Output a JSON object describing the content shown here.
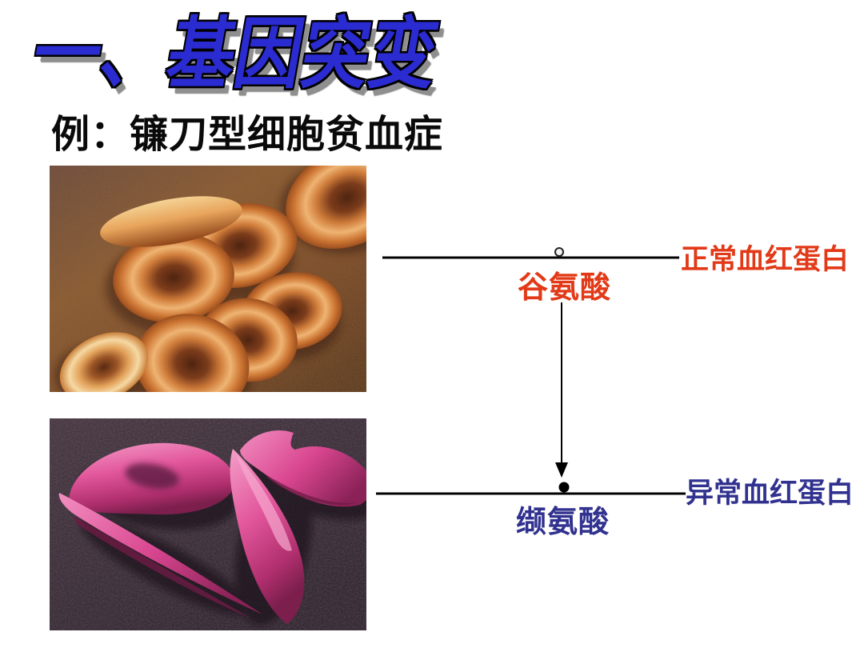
{
  "slide": {
    "title": "一、基因突变",
    "subtitle": "例：镰刀型细胞贫血症",
    "title_color": "#2b2bd2",
    "background_color": "#ffffff"
  },
  "diagram": {
    "normal": {
      "protein_label": "正常血红蛋白",
      "amino_acid": "谷氨酸",
      "marker": "open-circle",
      "color": "#e23a18"
    },
    "abnormal": {
      "protein_label": "异常血红蛋白",
      "amino_acid": "缬氨酸",
      "marker": "filled-dot",
      "color": "#31328f"
    },
    "mutation_arrow_direction": "down"
  }
}
